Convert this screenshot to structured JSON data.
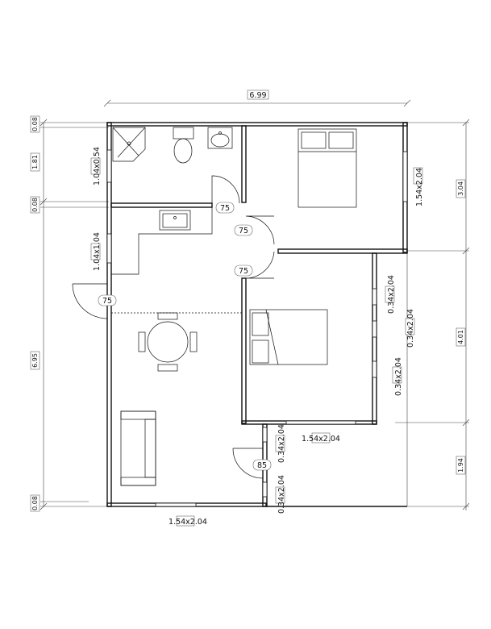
{
  "plan": {
    "overall_width": "6.99",
    "left_dims": [
      "0.08",
      "1.81",
      "0.08",
      "6.95",
      "0.08"
    ],
    "right_dims": [
      "3.04",
      "4.01",
      "1.94"
    ],
    "doors": [
      "75",
      "75",
      "75",
      "75",
      "85"
    ],
    "windows": {
      "bath": "1.04x0.54",
      "kitchen": "1.04x1.04",
      "bedroom1_side": "1.54x2.04",
      "bedroom2_right_a": "0.34x2.04",
      "bedroom2_right_b": "0.34x2.04",
      "bedroom2_right_c": "0.34x2.04",
      "bedroom2_bottom": "1.54x2.04",
      "corridor_a": "0.34x2.04",
      "corridor_b": "0.34x2.04",
      "living_bottom": "1.54x2.04"
    }
  }
}
